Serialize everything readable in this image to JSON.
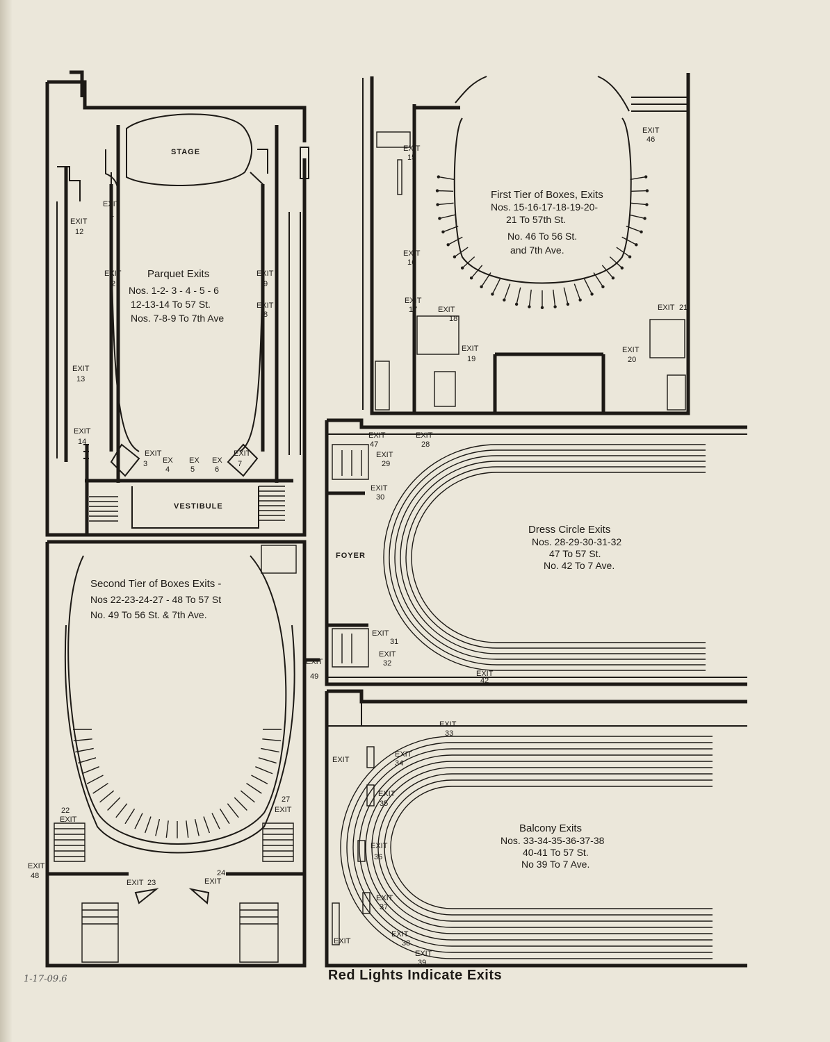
{
  "footer": {
    "note": "Red Lights Indicate Exits",
    "handwritten": "1-17-09.6"
  },
  "sections": {
    "parquet": {
      "title": "Parquet Exits",
      "lines": [
        "Nos. 1-2- 3 - 4 - 5 - 6",
        "12-13-14 To 57 St.",
        "Nos. 7-8-9 To 7th Ave"
      ],
      "rooms": {
        "stage": "STAGE",
        "vestibule": "VESTIBULE"
      }
    },
    "first_tier": {
      "title": "First Tier of Boxes, Exits",
      "lines": [
        "Nos. 15-16-17-18-19-20-",
        "21 To 57th St.",
        "No. 46 To 56 St.",
        "and 7th Ave."
      ]
    },
    "dress_circle": {
      "title": "Dress Circle Exits",
      "lines": [
        "Nos. 28-29-30-31-32",
        "47 To 57 St.",
        "No. 42 To 7 Ave."
      ],
      "rooms": {
        "foyer": "FOYER"
      }
    },
    "second_tier": {
      "title": "Second Tier of Boxes Exits -",
      "lines": [
        "Nos 22-23-24-27 - 48 To 57 St",
        "No. 49 To 56 St. & 7th Ave."
      ]
    },
    "balcony": {
      "title": "Balcony Exits",
      "lines": [
        "Nos. 33-34-35-36-37-38",
        "40-41 To 57 St.",
        "No 39 To 7 Ave."
      ]
    }
  },
  "exits": [
    {
      "id": "e1",
      "label": "EXIT",
      "num": "1"
    },
    {
      "id": "e2",
      "label": "EXIT",
      "num": "2"
    },
    {
      "id": "e3",
      "label": "EXIT",
      "num": "3"
    },
    {
      "id": "e4",
      "label": "EX",
      "num": "4"
    },
    {
      "id": "e5",
      "label": "EX",
      "num": "5"
    },
    {
      "id": "e6",
      "label": "EX",
      "num": "6"
    },
    {
      "id": "e7",
      "label": "EXIT",
      "num": "7"
    },
    {
      "id": "e8",
      "label": "EXIT",
      "num": "8"
    },
    {
      "id": "e9",
      "label": "EXIT",
      "num": "9"
    },
    {
      "id": "e12",
      "label": "EXIT",
      "num": "12"
    },
    {
      "id": "e13",
      "label": "EXIT",
      "num": "13"
    },
    {
      "id": "e14",
      "label": "EXIT",
      "num": "14"
    },
    {
      "id": "e15",
      "label": "EXIT",
      "num": "15"
    },
    {
      "id": "e16",
      "label": "EXIT",
      "num": "16"
    },
    {
      "id": "e17",
      "label": "EXIT",
      "num": "17"
    },
    {
      "id": "e18",
      "label": "EXIT",
      "num": "18"
    },
    {
      "id": "e19",
      "label": "EXIT",
      "num": "19"
    },
    {
      "id": "e20",
      "label": "EXIT",
      "num": "20"
    },
    {
      "id": "e21",
      "label": "EXIT",
      "num": "21"
    },
    {
      "id": "e46",
      "label": "EXIT",
      "num": "46"
    },
    {
      "id": "e47",
      "label": "EXIT",
      "num": "47"
    },
    {
      "id": "e28",
      "label": "EXIT",
      "num": "28"
    },
    {
      "id": "e29",
      "label": "EXIT",
      "num": "29"
    },
    {
      "id": "e30",
      "label": "EXIT",
      "num": "30"
    },
    {
      "id": "e31",
      "label": "EXIT",
      "num": "31"
    },
    {
      "id": "e32",
      "label": "EXIT",
      "num": "32"
    },
    {
      "id": "e42",
      "label": "EXIT",
      "num": "42"
    },
    {
      "id": "e49",
      "label": "EXIT",
      "num": "49"
    },
    {
      "id": "e22",
      "label": "EXIT",
      "num": "22"
    },
    {
      "id": "e27",
      "label": "EXIT",
      "num": "27"
    },
    {
      "id": "e23",
      "label": "EXIT",
      "num": "23"
    },
    {
      "id": "e24",
      "label": "EXIT",
      "num": "24"
    },
    {
      "id": "e48",
      "label": "EXIT",
      "num": "48"
    },
    {
      "id": "e33",
      "label": "EXIT",
      "num": "33"
    },
    {
      "id": "e34",
      "label": "EXIT",
      "num": "34"
    },
    {
      "id": "e35",
      "label": "EXIT",
      "num": "35"
    },
    {
      "id": "e36",
      "label": "EXIT",
      "num": "36"
    },
    {
      "id": "e37",
      "label": "EXIT",
      "num": "37"
    },
    {
      "id": "e38",
      "label": "EXIT",
      "num": "38"
    },
    {
      "id": "e39",
      "label": "EXIT",
      "num": "39"
    },
    {
      "id": "e40",
      "label": "EXIT",
      "num": ""
    },
    {
      "id": "e41",
      "label": "EXIT",
      "num": ""
    }
  ]
}
